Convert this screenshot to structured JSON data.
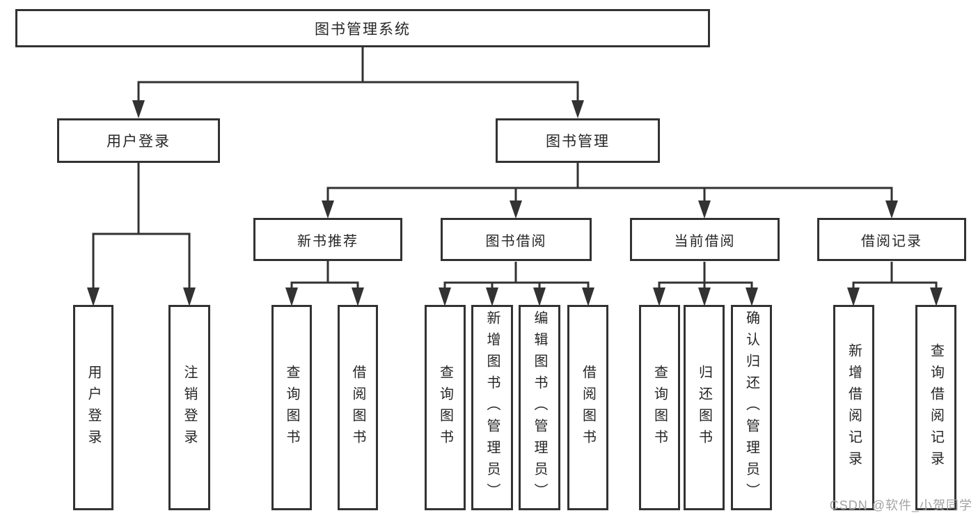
{
  "diagram": {
    "root": {
      "label": "图书管理系统",
      "children": [
        {
          "label": "用户登录",
          "children": [
            {
              "label": "用户登录"
            },
            {
              "label": "注销登录"
            }
          ]
        },
        {
          "label": "图书管理",
          "children": [
            {
              "label": "新书推荐",
              "children": [
                {
                  "label": "查询图书"
                },
                {
                  "label": "借阅图书"
                }
              ]
            },
            {
              "label": "图书借阅",
              "children": [
                {
                  "label": "查询图书"
                },
                {
                  "label": "新增图书（管理员）"
                },
                {
                  "label": "编辑图书（管理员）"
                },
                {
                  "label": "借阅图书"
                }
              ]
            },
            {
              "label": "当前借阅",
              "children": [
                {
                  "label": "查询图书"
                },
                {
                  "label": "归还图书"
                },
                {
                  "label": "确认归还（管理员）"
                }
              ]
            },
            {
              "label": "借阅记录",
              "children": [
                {
                  "label": "新增借阅记录"
                },
                {
                  "label": "查询借阅记录"
                }
              ]
            }
          ]
        }
      ]
    }
  },
  "watermark": {
    "text": "CSDN @软件_小贺同学"
  },
  "colors": {
    "line": "#323232",
    "box_border": "#323232",
    "box_fill": "#ffffff",
    "text": "#262626",
    "background": "#ffffff",
    "watermark": "#a3a3a3"
  }
}
